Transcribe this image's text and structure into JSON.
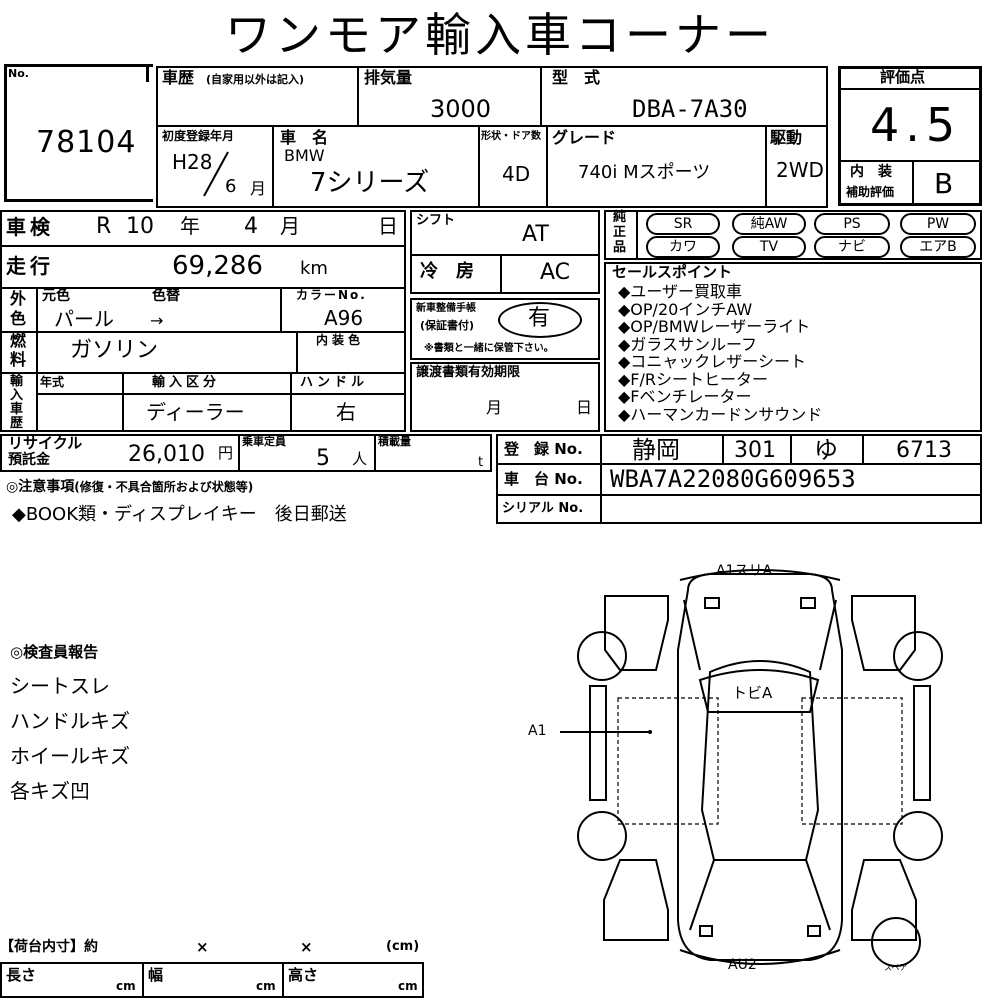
{
  "title": "ワンモア輸入車コーナー",
  "header": {
    "no_label": "No.",
    "no_value": "78104",
    "history_label": "車歴",
    "history_note": "(自家用以外は記入)",
    "displacement_label": "排気量",
    "displacement_value": "3000",
    "model_label": "型　式",
    "model_value": "DBA-7A30",
    "score_label": "評価点",
    "score_value": "4.5",
    "interior_label_1": "内　装",
    "interior_label_2": "補助評価",
    "interior_value": "B",
    "first_reg_label": "初度登録年月",
    "first_reg_era": "H28",
    "first_reg_month": "6",
    "month_unit": "月",
    "car_name_label": "車　名",
    "maker": "BMW",
    "car_name": "7シリーズ",
    "doors_label": "形状・ドア数",
    "doors_value": "4D",
    "grade_label": "グレード",
    "grade_value": "740i Mスポーツ",
    "drive_label": "駆動",
    "drive_value": "2WD"
  },
  "inspection": {
    "label": "車検",
    "era": "R",
    "year": "10",
    "year_unit": "年",
    "month": "4",
    "month_unit": "月",
    "day_unit": "日"
  },
  "shift": {
    "label": "シフト",
    "value": "AT"
  },
  "mileage": {
    "label": "走行",
    "value": "69,286",
    "unit": "km"
  },
  "ac": {
    "label": "冷　房",
    "value": "AC"
  },
  "color": {
    "outer_label_1": "外",
    "outer_label_2": "色",
    "original_label": "元色",
    "change_label": "色替",
    "value": "パール",
    "arrow": "→",
    "code_label": "カラーNo.",
    "code_value": "A96"
  },
  "maintenance": {
    "label_1": "新車整備手帳",
    "label_2": "(保証書付)",
    "value": "有",
    "note": "※書類と一緒に保管下さい。"
  },
  "fuel": {
    "label_1": "燃",
    "label_2": "料",
    "value": "ガソリン",
    "interior_color_label": "内装色"
  },
  "import": {
    "label_1": "輸",
    "label_2": "入",
    "label_3": "車",
    "label_4": "歴",
    "year_label": "年式",
    "category_label": "輸入区分",
    "category_value": "ディーラー",
    "handle_label": "ハンドル",
    "handle_value": "右"
  },
  "transfer": {
    "label": "譲渡書類有効期限",
    "month_unit": "月",
    "day_unit": "日"
  },
  "options": {
    "label_1": "純",
    "label_2": "正",
    "label_3": "品",
    "row1": [
      "SR",
      "純AW",
      "PS",
      "PW"
    ],
    "row2": [
      "カワ",
      "TV",
      "ナビ",
      "エアB"
    ]
  },
  "sales_points": {
    "label": "セールスポイント",
    "items": [
      "◆ユーザー買取車",
      "◆OP/20インチAW",
      "◆OP/BMWレーザーライト",
      "◆ガラスサンルーフ",
      "◆コニャックレザーシート",
      "◆F/Rシートヒーター",
      "◆Fベンチレーター",
      "◆ハーマンカードンサウンド"
    ]
  },
  "recycle": {
    "label_1": "リサイクル",
    "label_2": "預託金",
    "value": "26,010",
    "unit": "円",
    "capacity_label": "乗車定員",
    "capacity_value": "5",
    "capacity_unit": "人",
    "load_label": "積載量",
    "load_unit": "t"
  },
  "registration": {
    "label": "登　録 No.",
    "area": "静岡",
    "class": "301",
    "kana": "ゆ",
    "number": "6713",
    "chassis_label": "車　台 No.",
    "chassis_value": "WBA7A22080G609653",
    "serial_label": "シリアル No."
  },
  "notes": {
    "label": "◎注意事項",
    "label_note": "(修復・不具合箇所および状態等)",
    "text": "◆BOOK類・ディスプレイキー　後日郵送"
  },
  "inspector": {
    "label": "◎検査員報告",
    "items": [
      "シートスレ",
      "ハンドルキズ",
      "ホイールキズ",
      "各キズ凹"
    ]
  },
  "diagram": {
    "top_label": "A1スリA",
    "roof_label": "トビA",
    "side_label": "A1",
    "bottom_label": "AU2",
    "spare_label": "スペア"
  },
  "cargo": {
    "label": "【荷台内寸】約",
    "times": "×",
    "unit_cm": "(cm)",
    "length_label": "長さ",
    "width_label": "幅",
    "height_label": "高さ",
    "cm": "cm"
  }
}
